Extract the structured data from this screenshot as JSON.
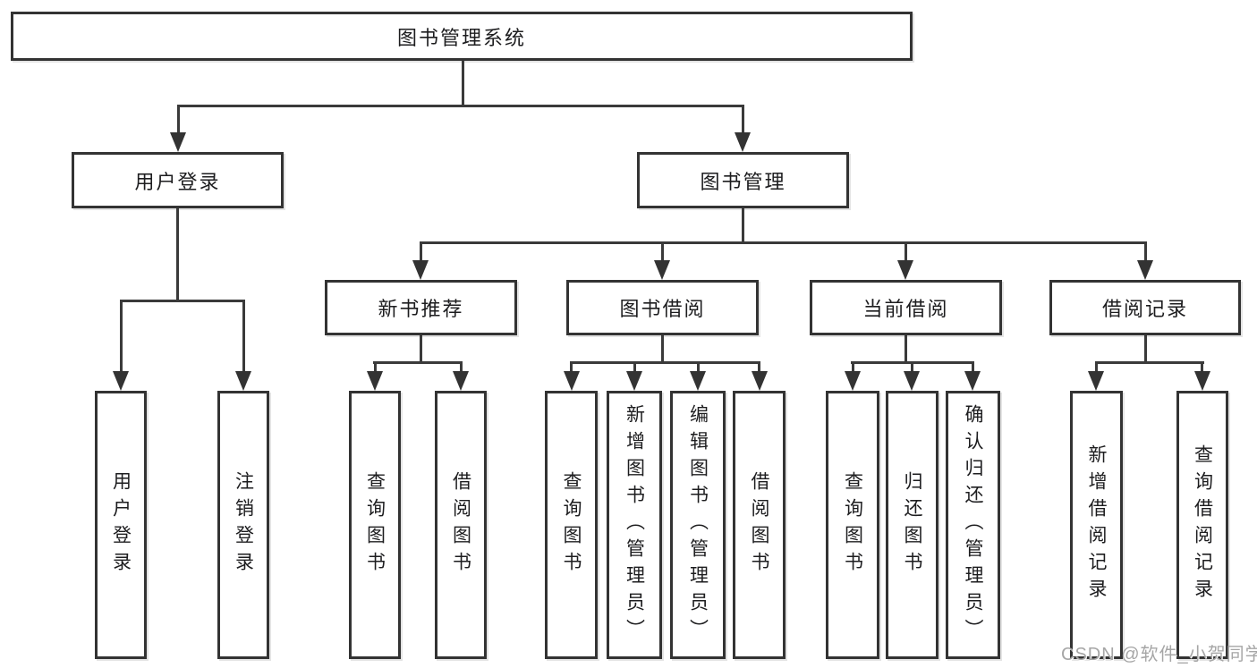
{
  "diagram": {
    "type": "tree",
    "root": {
      "label": "图书管理系统"
    },
    "level1": [
      {
        "label": "用户登录"
      },
      {
        "label": "图书管理"
      }
    ],
    "level2": [
      {
        "label": "新书推荐"
      },
      {
        "label": "图书借阅"
      },
      {
        "label": "当前借阅"
      },
      {
        "label": "借阅记录"
      }
    ],
    "leaves_user_login": [
      {
        "label": "用户登录"
      },
      {
        "label": "注销登录"
      }
    ],
    "leaves_new_books": [
      {
        "label": "查询图书"
      },
      {
        "label": "借阅图书"
      }
    ],
    "leaves_book_borrow": [
      {
        "label": "查询图书"
      },
      {
        "label": "新增图书（管理员）"
      },
      {
        "label": "编辑图书（管理员）"
      },
      {
        "label": "借阅图书"
      }
    ],
    "leaves_current_borrow": [
      {
        "label": "查询图书"
      },
      {
        "label": "归还图书"
      },
      {
        "label": "确认归还（管理员）"
      }
    ],
    "leaves_borrow_records": [
      {
        "label": "新增借阅记录"
      },
      {
        "label": "查询借阅记录"
      }
    ],
    "colors": {
      "line": "#3a3a3a",
      "box_border": "#333333",
      "text": "#1d1d1f",
      "watermark": "#a6a6a6",
      "background": "#ffffff"
    }
  },
  "watermark": {
    "text": "CSDN @软件_小贺同学"
  }
}
